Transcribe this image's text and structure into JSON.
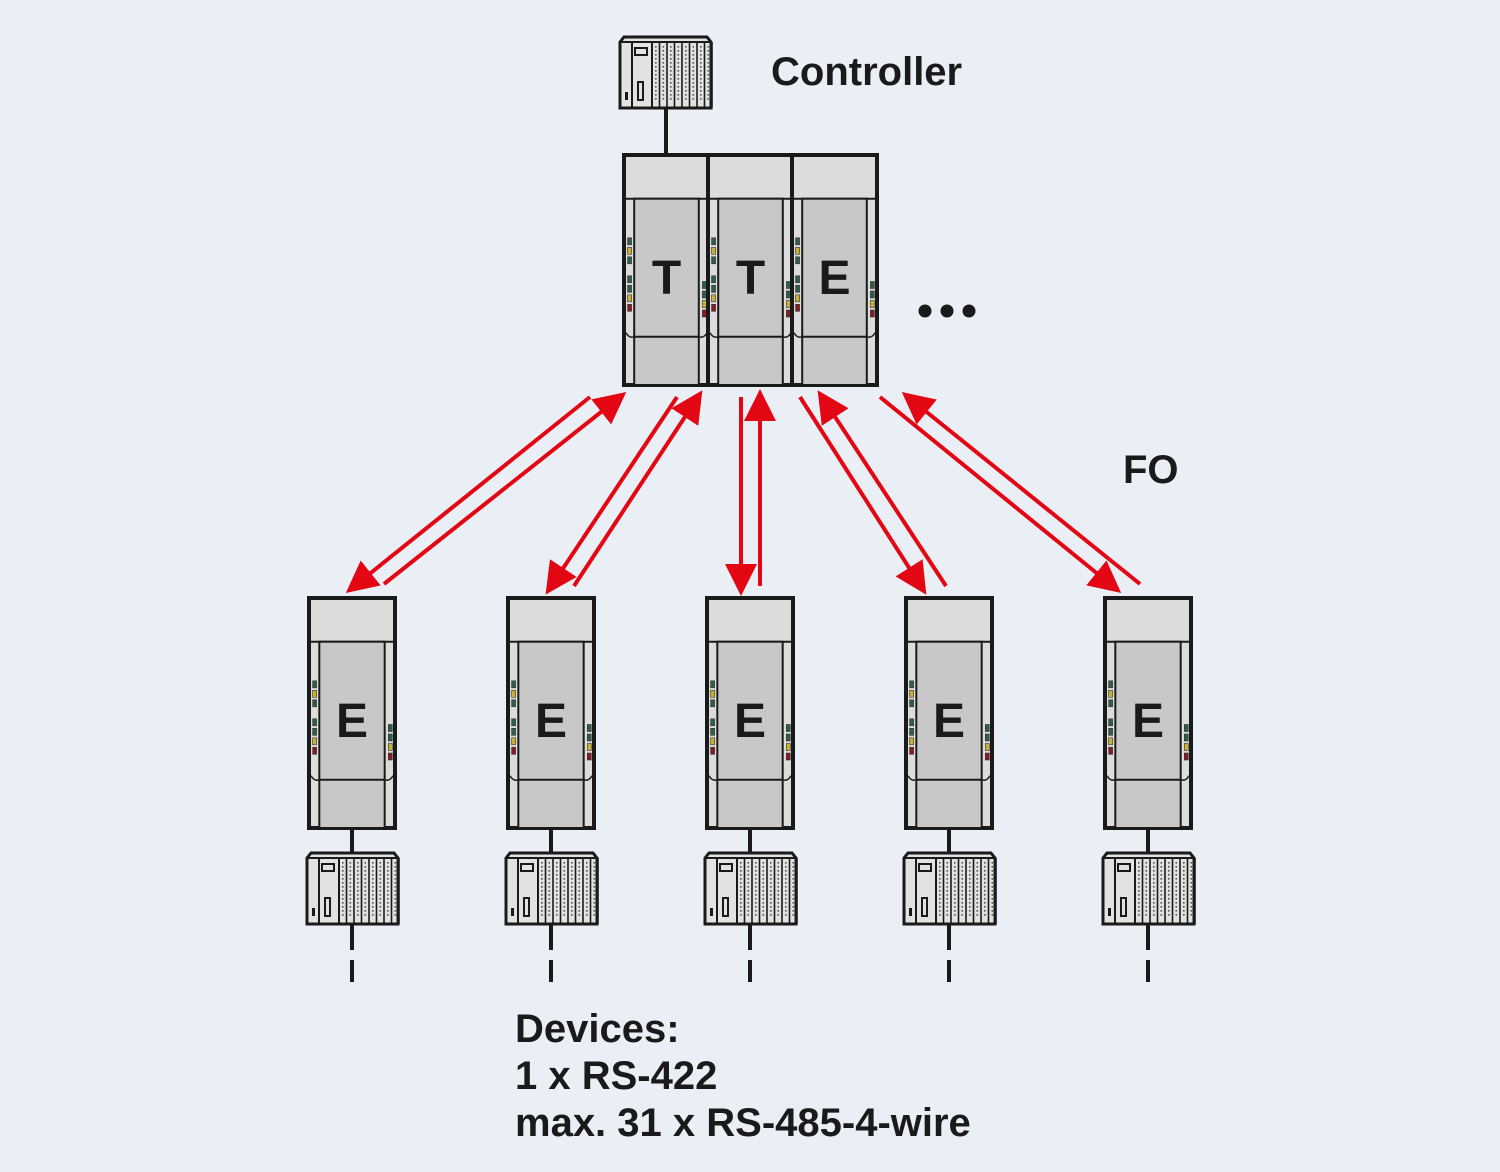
{
  "labels": {
    "controller": "Controller",
    "fo": "FO",
    "ellipsis": "•••",
    "devices_title": "Devices:",
    "devices_line1": "1 x RS-422",
    "devices_line2": "max. 31 x RS-485-4-wire"
  },
  "head_station": {
    "modules": [
      {
        "letter": "T",
        "type": "transceiver"
      },
      {
        "letter": "T",
        "type": "transceiver"
      },
      {
        "letter": "E",
        "type": "end-module"
      }
    ]
  },
  "remote_stations": [
    {
      "letter": "E"
    },
    {
      "letter": "E"
    },
    {
      "letter": "E"
    },
    {
      "letter": "E"
    },
    {
      "letter": "E"
    }
  ],
  "icons": {
    "controller": "plc-rack-icon",
    "device": "plc-rack-icon",
    "fiber_link": "bidirectional-arrow-pair"
  },
  "colors": {
    "background": "#eaeff6",
    "fiber": "#e30613",
    "outline": "#1a1a1a",
    "module_face": "#c8c8c8",
    "module_light": "#dcdcdc",
    "led_green": "#2f5f4a",
    "led_yellow": "#c8b030",
    "led_red": "#8a1a22"
  }
}
